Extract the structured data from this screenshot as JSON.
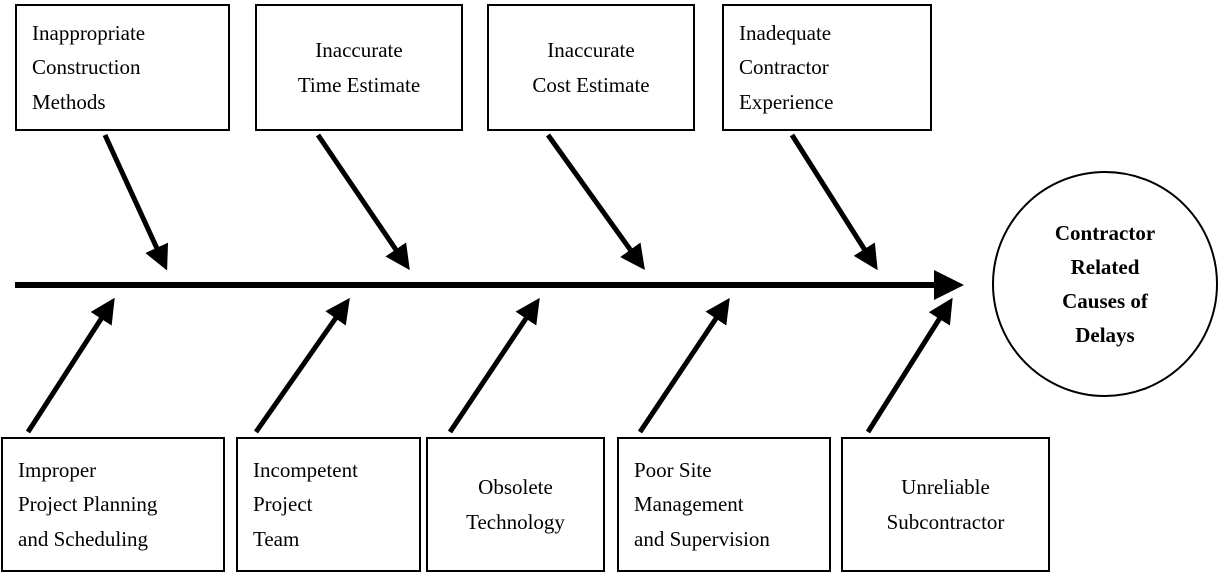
{
  "diagram": {
    "type": "fishbone",
    "title": "Contractor Related Causes of Delays",
    "effect": {
      "label": "Contractor\nRelated\nCauses of\nDelays"
    },
    "top_causes": [
      {
        "id": "inappropriate-construction-methods",
        "label": "Inappropriate\nConstruction\nMethods"
      },
      {
        "id": "inaccurate-time-estimate",
        "label": "Inaccurate\nTime Estimate"
      },
      {
        "id": "inaccurate-cost-estimate",
        "label": "Inaccurate\nCost Estimate"
      },
      {
        "id": "inadequate-contractor-experience",
        "label": "Inadequate\nContractor\nExperience"
      }
    ],
    "bottom_causes": [
      {
        "id": "improper-project-planning-and-scheduling",
        "label": "Improper\nProject Planning\nand Scheduling"
      },
      {
        "id": "incompetent-project-team",
        "label": "Incompetent\nProject\nTeam"
      },
      {
        "id": "obsolete-technology",
        "label": "Obsolete\nTechnology"
      },
      {
        "id": "poor-site-management-and-supervision",
        "label": "Poor Site\nManagement\nand Supervision"
      },
      {
        "id": "unreliable-subcontractor",
        "label": "Unreliable\nSubcontractor"
      }
    ],
    "colors": {
      "line": "#000000",
      "box_border": "#000000",
      "background": "#ffffff",
      "text": "#000000"
    }
  }
}
